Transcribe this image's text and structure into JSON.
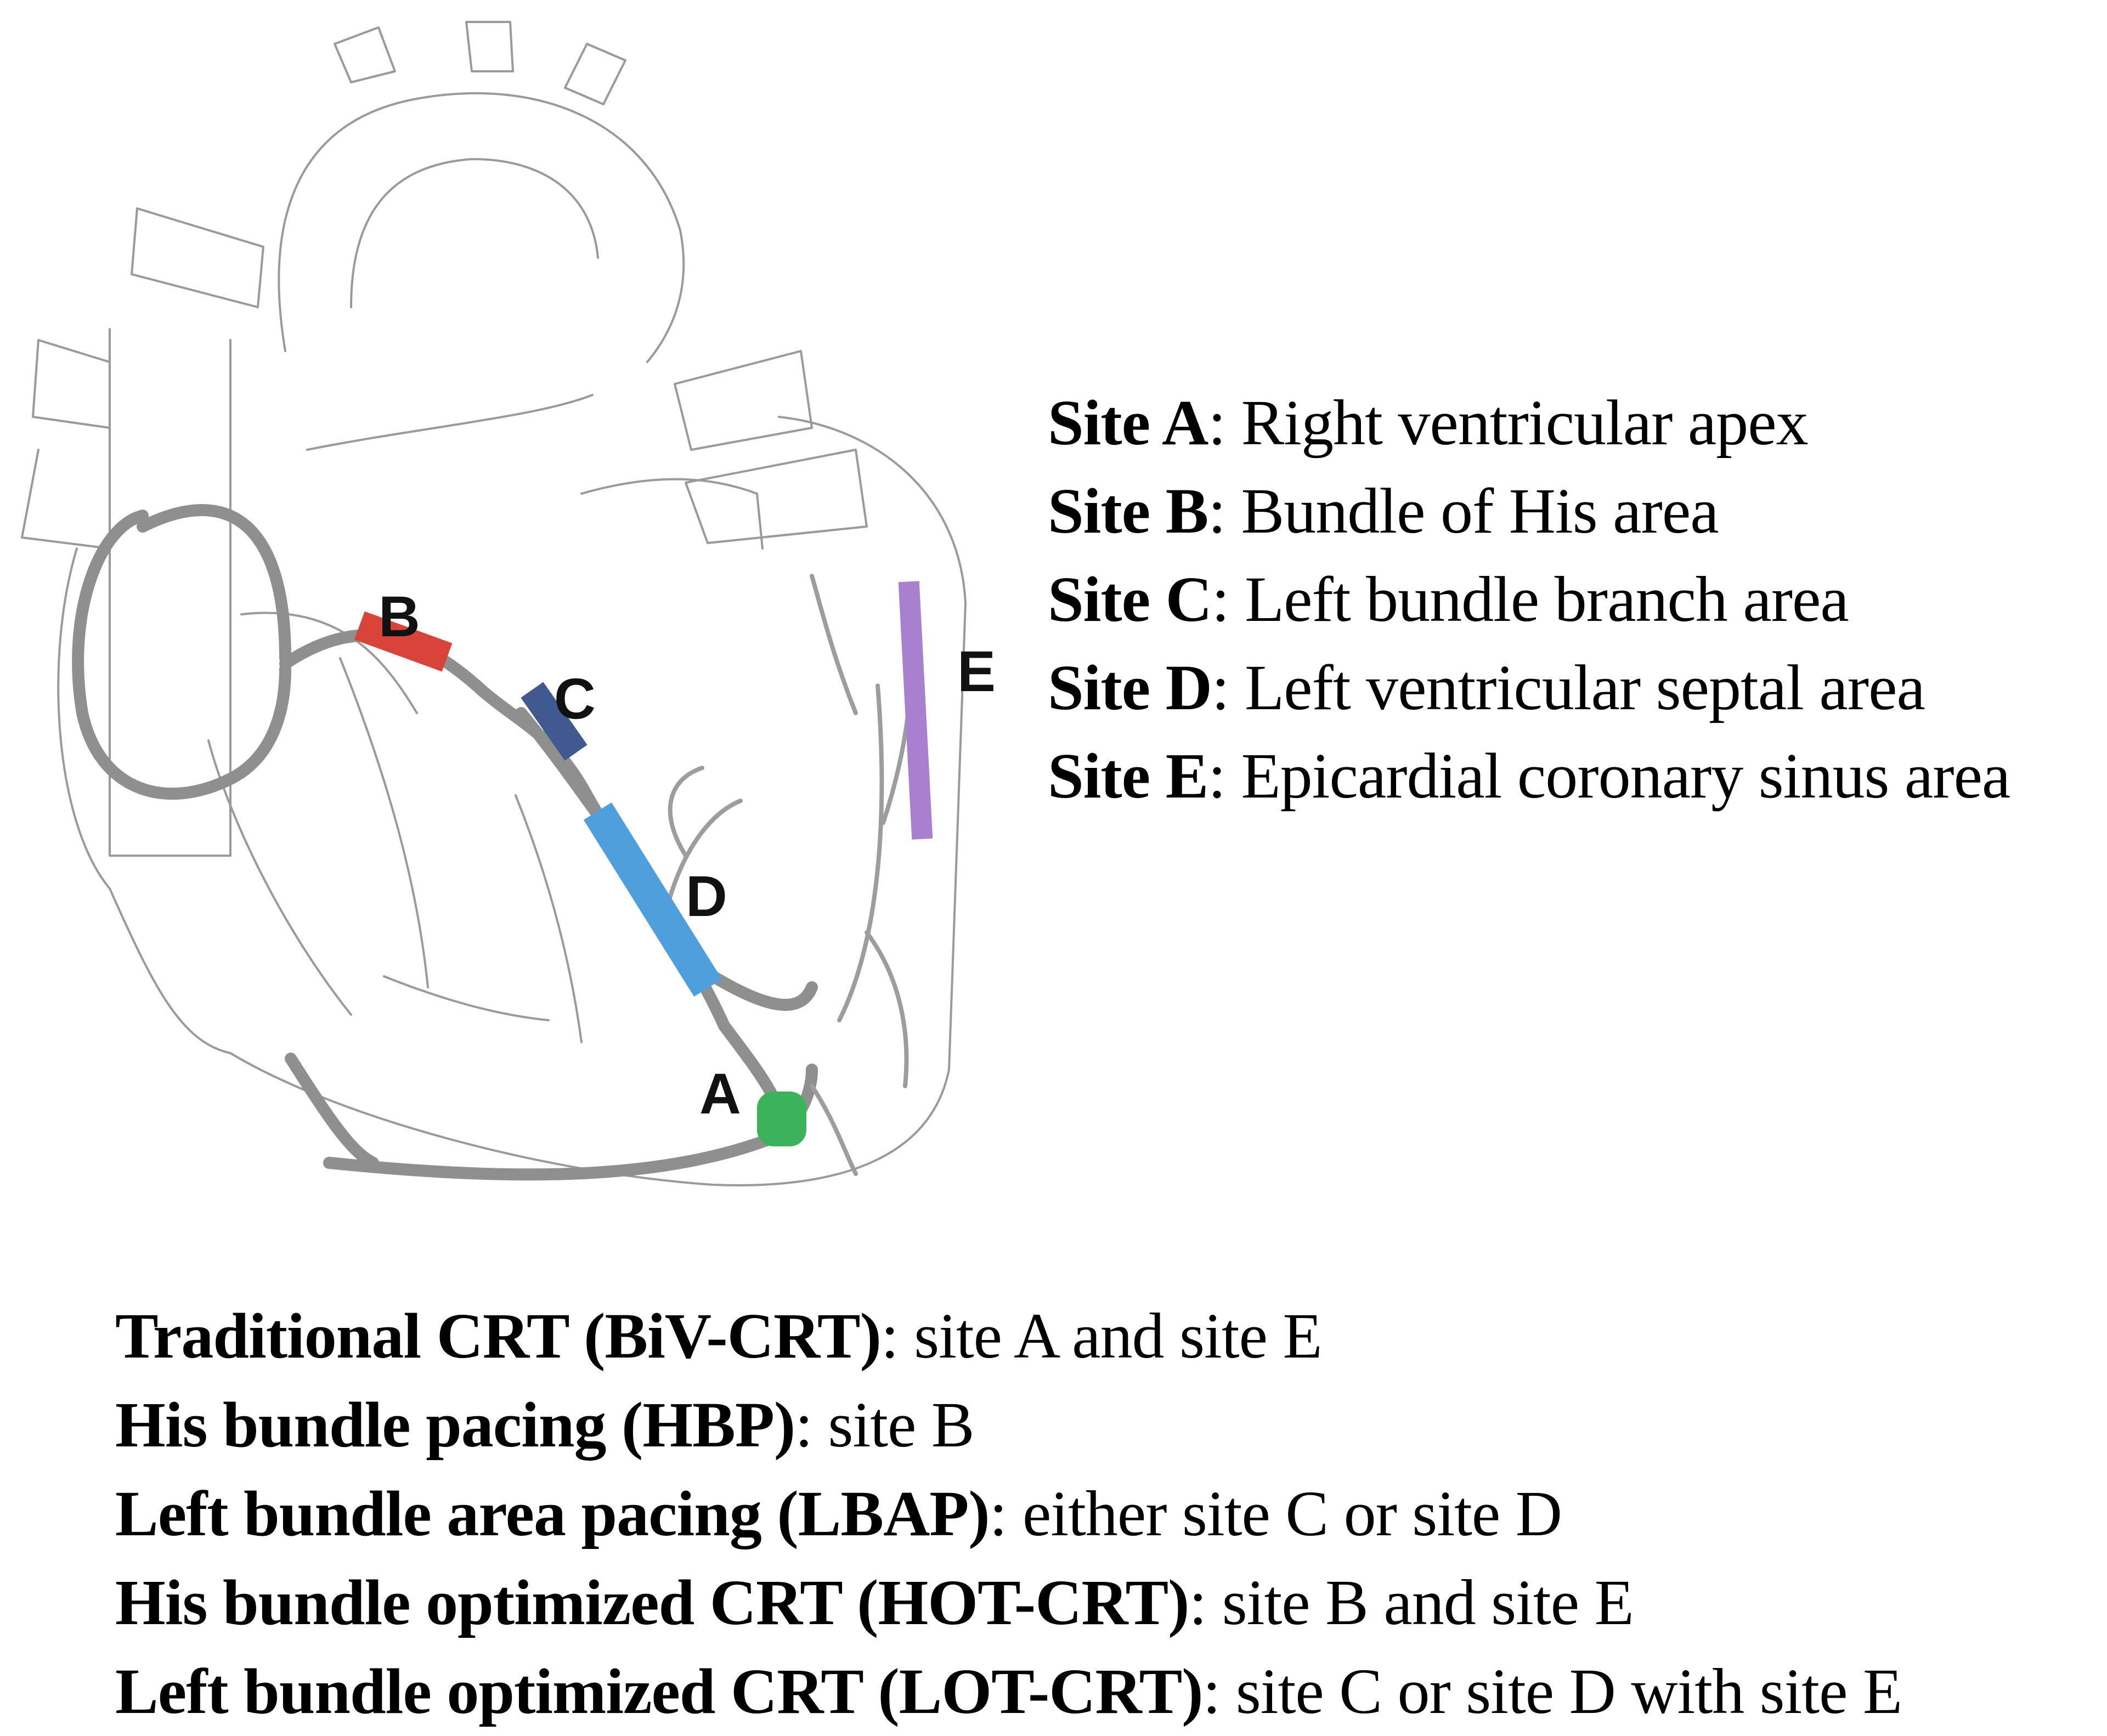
{
  "diagram": {
    "labels": [
      {
        "id": "A",
        "text": "A"
      },
      {
        "id": "B",
        "text": "B"
      },
      {
        "id": "C",
        "text": "C"
      },
      {
        "id": "D",
        "text": "D"
      },
      {
        "id": "E",
        "text": "E"
      }
    ],
    "colors": {
      "A": "#3cb35a",
      "B": "#d9443a",
      "C": "#3f5a8f",
      "D": "#4f9fdc",
      "E": "#a97fcf",
      "lead": "#8f8f8f",
      "outline": "#9a9a9a"
    }
  },
  "sites": [
    {
      "name": "Site A",
      "desc": ": Right ventricular apex"
    },
    {
      "name": "Site B",
      "desc": ": Bundle of His area"
    },
    {
      "name": "Site C",
      "desc": ": Left bundle branch area"
    },
    {
      "name": "Site D",
      "desc": ": Left ventricular septal area"
    },
    {
      "name": "Site E",
      "desc": ": Epicardial coronary sinus area"
    }
  ],
  "modes": [
    {
      "name": "Traditional CRT (BiV-CRT)",
      "desc": ": site A and site E"
    },
    {
      "name": "His bundle pacing (HBP)",
      "desc": ": site B"
    },
    {
      "name": "Left bundle area pacing (LBAP)",
      "desc": ": either site C or site D"
    },
    {
      "name": "His bundle optimized CRT (HOT-CRT)",
      "desc": ": site B and site E"
    },
    {
      "name": "Left bundle optimized CRT (LOT-CRT)",
      "desc": ": site C or site D with site E"
    }
  ]
}
